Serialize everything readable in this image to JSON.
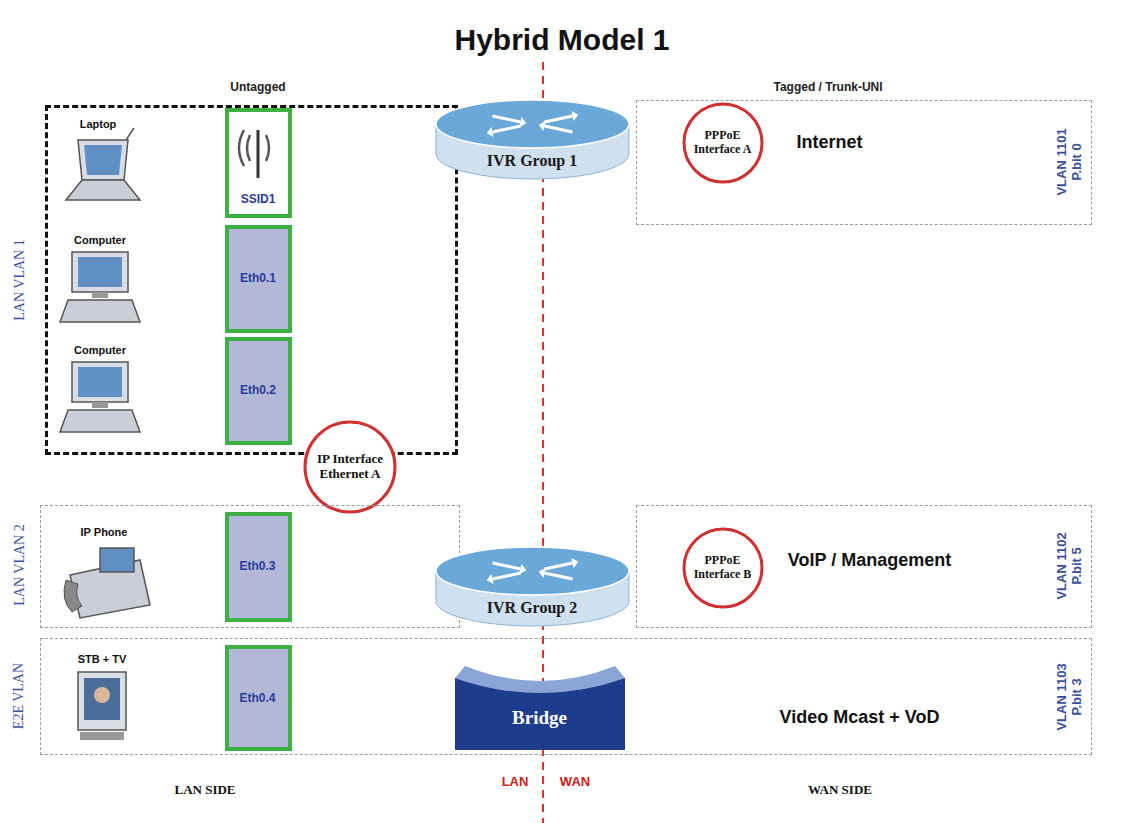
{
  "diagram": {
    "title": "Hybrid Model 1",
    "nodes": [
      {
        "text": [
          "LAN VLAN 1"
        ]
      },
      {
        "text": [
          "SSID1"
        ],
        "in": 0
      },
      {
        "text": [
          "Eth0.1"
        ],
        "in": 0
      },
      {
        "text": [
          "Eth0.2"
        ],
        "in": 0
      },
      {
        "text": [
          "IP Interface Ethernet A"
        ]
      },
      {
        "text": [
          "LAN VLAN 2"
        ]
      },
      {
        "text": [
          "Eth0.3"
        ],
        "in": 5
      },
      {
        "text": [
          "E2E VLAN",
          "Video Mcast + VoD",
          "VLAN 1103 P.bit 3"
        ]
      },
      {
        "text": [
          "Eth0.4"
        ],
        "in": 7
      },
      {
        "text": [
          "Bridge"
        ],
        "in": 7
      },
      {
        "text": [
          "IVR Group 1"
        ]
      },
      {
        "text": [
          "Internet",
          "VLAN 1101 P.bit 0"
        ]
      },
      {
        "text": [
          "PPPoE Interface A"
        ],
        "in": 11
      },
      {
        "text": [
          "IVR Group 2"
        ]
      },
      {
        "text": [
          "VoIP / Management",
          "VLAN 1102 P.bit 5"
        ]
      },
      {
        "text": [
          "PPPoE Interface B"
        ],
        "in": 14
      }
    ],
    "labels": [
      "Untagged",
      "Tagged / Trunk-UNI",
      "Laptop",
      "Computer",
      "Computer",
      "IP Phone",
      "STB + TV",
      "LAN SIDE",
      "LAN",
      "WAN",
      "WAN SIDE"
    ]
  }
}
